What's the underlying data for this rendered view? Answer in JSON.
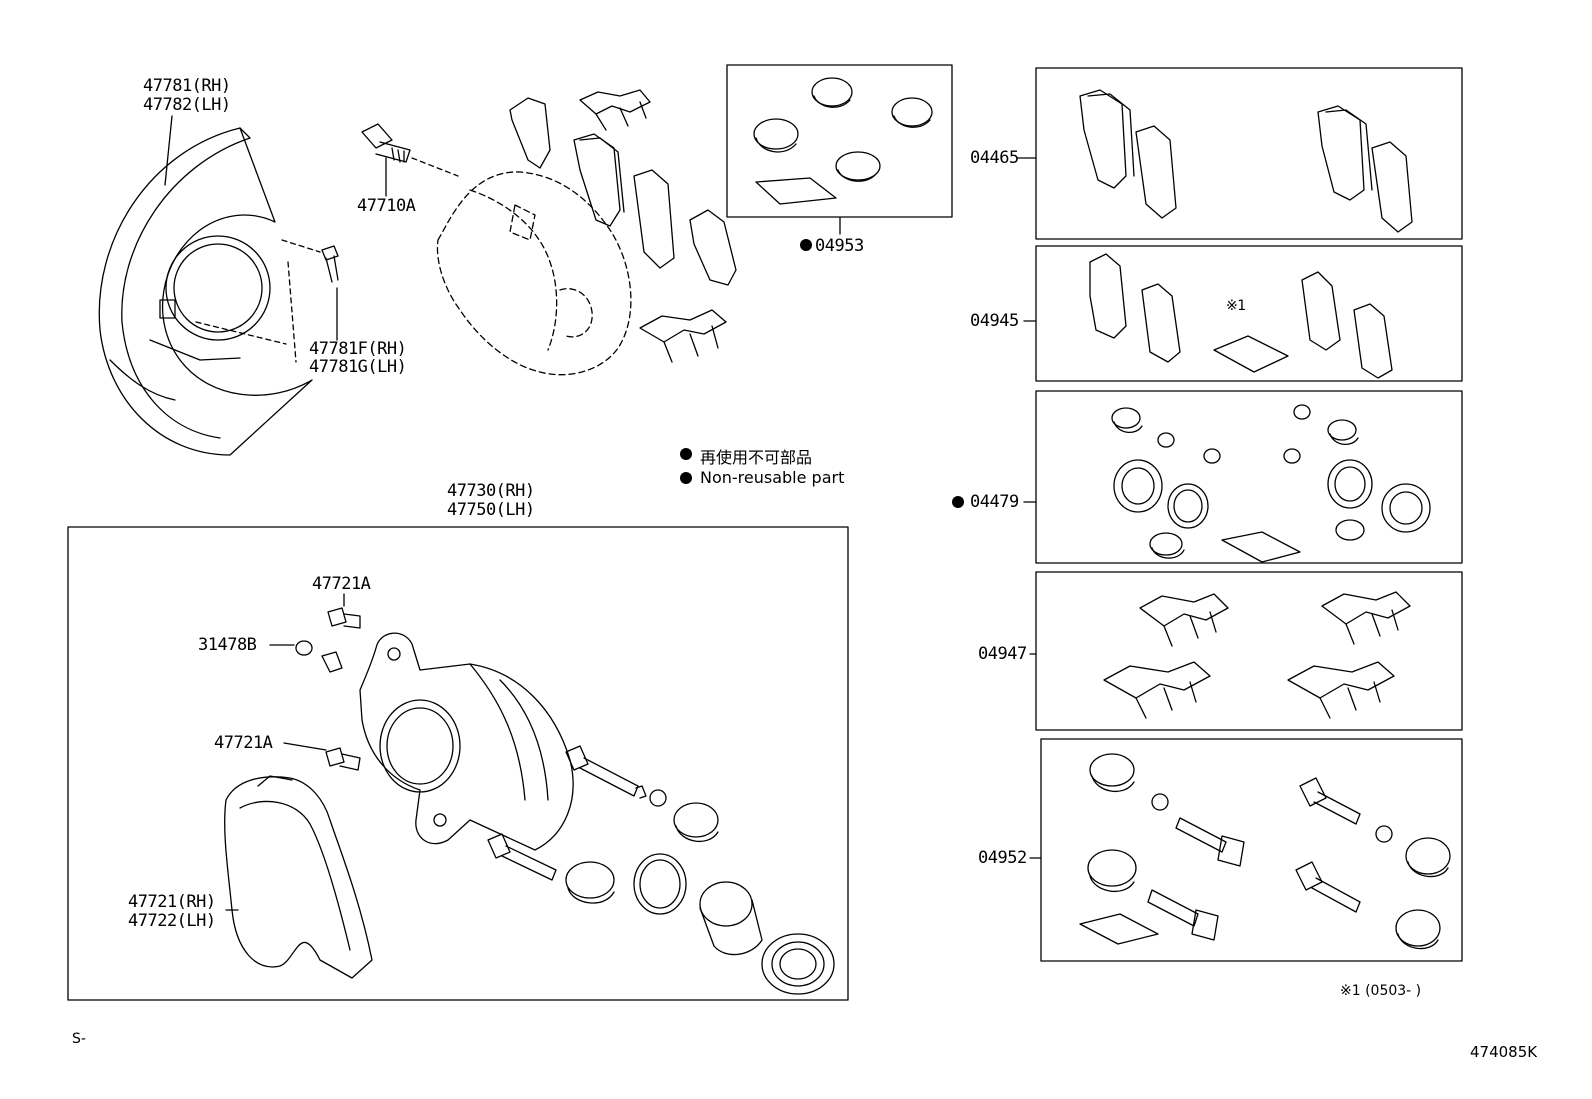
{
  "labels": {
    "shield_rh": "47781(RH)",
    "shield_lh": "47782(LH)",
    "bolt": "47710A",
    "bolt_f_rh": "47781F(RH)",
    "bolt_g_lh": "47781G(LH)",
    "kit_04953": "04953",
    "caliper_rh": "47730(RH)",
    "caliper_lh": "47750(LH)",
    "bolt_47721a_top": "47721A",
    "plug_31478b": "31478B",
    "bolt_47721a_mid": "47721A",
    "mount_rh": "47721(RH)",
    "mount_lh": "47722(LH)",
    "kit_04465": "04465",
    "kit_04945": "04945",
    "kit_04479": "04479",
    "kit_04947": "04947",
    "kit_04952": "04952",
    "asterisk_1": "※1",
    "footnote": "※1 (0503-      )",
    "corner_left": "S-",
    "figure_code": "474085K"
  },
  "legend": {
    "japanese": "再使用不可部品",
    "english": "Non-reusable part"
  },
  "icons": {
    "bullet": "filled-circle-icon"
  }
}
